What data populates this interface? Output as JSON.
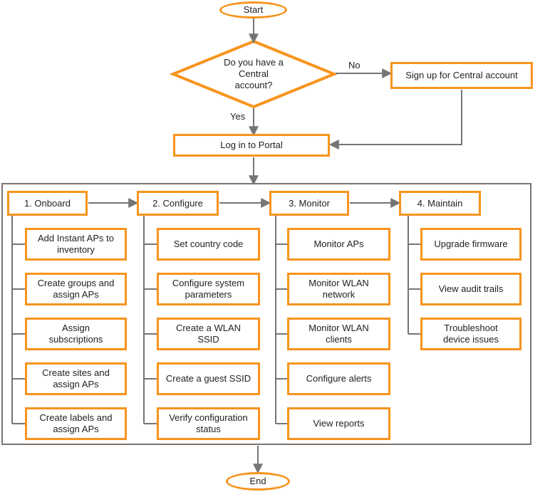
{
  "flow": {
    "start_label": "Start",
    "decision": {
      "question": "Do you have a\nCentral\naccount?",
      "no_label": "No",
      "yes_label": "Yes"
    },
    "signup_label": "Sign up for Central account",
    "login_label": "Log in to Portal",
    "columns": [
      {
        "header": "1. Onboard",
        "tasks": [
          "Add Instant APs to\ninventory",
          "Create groups and\nassign APs",
          "Assign\nsubscriptions",
          "Create sites and\nassign APs",
          "Create labels and\nassign APs"
        ]
      },
      {
        "header": "2. Configure",
        "tasks": [
          "Set country code",
          "Configure system\nparameters",
          "Create a WLAN\nSSID",
          "Create a guest SSID",
          "Verify configuration\nstatus"
        ]
      },
      {
        "header": "3. Monitor",
        "tasks": [
          "Monitor APs",
          "Monitor WLAN\nnetwork",
          "Monitor WLAN\nclients",
          "Configure alerts",
          "View reports"
        ]
      },
      {
        "header": "4. Maintain",
        "tasks": [
          "Upgrade firmware",
          "View audit trails",
          "Troubleshoot\ndevice issues"
        ]
      }
    ],
    "end_label": "End",
    "colors": {
      "accent_orange": "#F7941D",
      "connector_gray": "#757575",
      "container_border_gray": "#7B746E",
      "text": "#1F1F1F"
    }
  }
}
